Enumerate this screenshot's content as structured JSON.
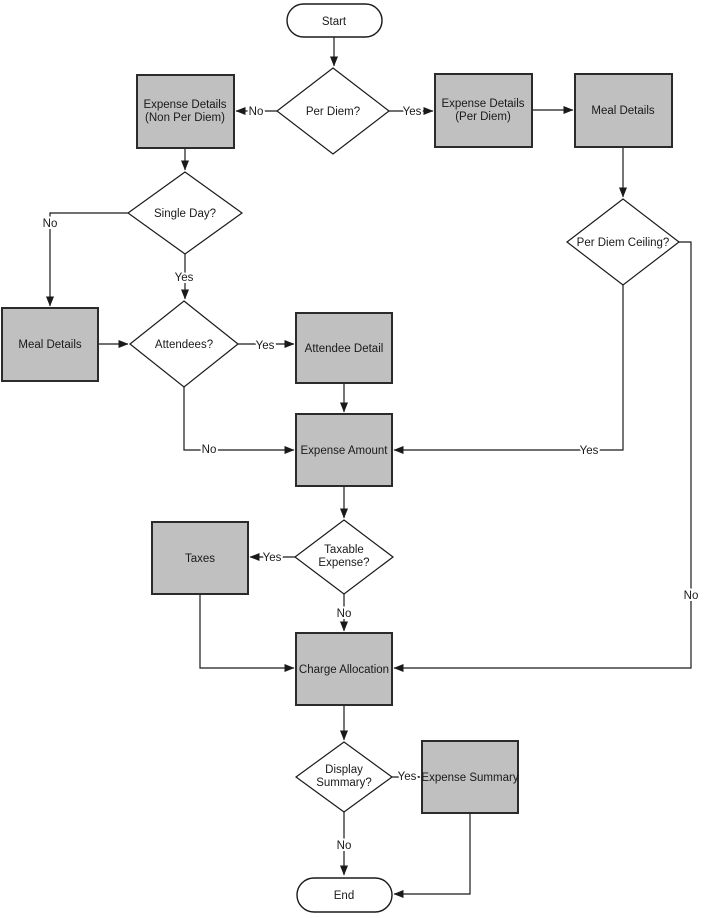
{
  "diagram": {
    "type": "flowchart",
    "title": "Expense entry per-diem flowchart",
    "colors": {
      "background": "#ffffff",
      "process_fill": "#c0c0c0",
      "process_border": "#2b2b2b",
      "decision_fill": "#ffffff",
      "decision_border": "#1a1a1a",
      "terminator_fill": "#ffffff",
      "terminator_border": "#1a1a1a",
      "connector": "#1a1a1a",
      "text": "#1a1a1a"
    },
    "nodes": {
      "start": {
        "type": "terminator",
        "lines": [
          "Start"
        ]
      },
      "per_diem": {
        "type": "decision",
        "lines": [
          "Per Diem?"
        ]
      },
      "expense_details_non_per_diem": {
        "type": "process",
        "lines": [
          "Expense Details",
          "(Non Per Diem)"
        ]
      },
      "expense_details_per_diem": {
        "type": "process",
        "lines": [
          "Expense Details",
          "(Per Diem)"
        ]
      },
      "meal_details_right": {
        "type": "process",
        "lines": [
          "Meal Details"
        ]
      },
      "single_day": {
        "type": "decision",
        "lines": [
          "Single Day?"
        ]
      },
      "per_diem_ceiling": {
        "type": "decision",
        "lines": [
          "Per Diem Ceiling?"
        ]
      },
      "meal_details_left": {
        "type": "process",
        "lines": [
          "Meal Details"
        ]
      },
      "attendees": {
        "type": "decision",
        "lines": [
          "Attendees?"
        ]
      },
      "attendee_detail": {
        "type": "process",
        "lines": [
          "Attendee Detail"
        ]
      },
      "expense_amount": {
        "type": "process",
        "lines": [
          "Expense Amount"
        ]
      },
      "taxable_expense": {
        "type": "decision",
        "lines": [
          "Taxable",
          "Expense?"
        ]
      },
      "taxes": {
        "type": "process",
        "lines": [
          "Taxes"
        ]
      },
      "charge_allocation": {
        "type": "process",
        "lines": [
          "Charge Allocation"
        ]
      },
      "display_summary": {
        "type": "decision",
        "lines": [
          "Display",
          "Summary?"
        ]
      },
      "expense_summary": {
        "type": "process",
        "lines": [
          "Expense Summary"
        ]
      },
      "end": {
        "type": "terminator",
        "lines": [
          "End"
        ]
      }
    },
    "edges": [
      {
        "from": "start",
        "to": "per_diem",
        "label": ""
      },
      {
        "from": "per_diem",
        "to": "expense_details_non_per_diem",
        "label": "No"
      },
      {
        "from": "per_diem",
        "to": "expense_details_per_diem",
        "label": "Yes"
      },
      {
        "from": "expense_details_per_diem",
        "to": "meal_details_right",
        "label": ""
      },
      {
        "from": "meal_details_right",
        "to": "per_diem_ceiling",
        "label": ""
      },
      {
        "from": "expense_details_non_per_diem",
        "to": "single_day",
        "label": ""
      },
      {
        "from": "single_day",
        "to": "meal_details_left",
        "label": "No"
      },
      {
        "from": "single_day",
        "to": "attendees",
        "label": "Yes"
      },
      {
        "from": "meal_details_left",
        "to": "attendees",
        "label": ""
      },
      {
        "from": "attendees",
        "to": "attendee_detail",
        "label": "Yes"
      },
      {
        "from": "attendee_detail",
        "to": "expense_amount",
        "label": ""
      },
      {
        "from": "attendees",
        "to": "expense_amount",
        "label": "No"
      },
      {
        "from": "per_diem_ceiling",
        "to": "expense_amount",
        "label": "Yes"
      },
      {
        "from": "per_diem_ceiling",
        "to": "charge_allocation",
        "label": "No"
      },
      {
        "from": "expense_amount",
        "to": "taxable_expense",
        "label": ""
      },
      {
        "from": "taxable_expense",
        "to": "taxes",
        "label": "Yes"
      },
      {
        "from": "taxable_expense",
        "to": "charge_allocation",
        "label": "No"
      },
      {
        "from": "taxes",
        "to": "charge_allocation",
        "label": ""
      },
      {
        "from": "charge_allocation",
        "to": "display_summary",
        "label": ""
      },
      {
        "from": "display_summary",
        "to": "expense_summary",
        "label": "Yes"
      },
      {
        "from": "display_summary",
        "to": "end",
        "label": "No"
      },
      {
        "from": "expense_summary",
        "to": "end",
        "label": ""
      }
    ]
  }
}
